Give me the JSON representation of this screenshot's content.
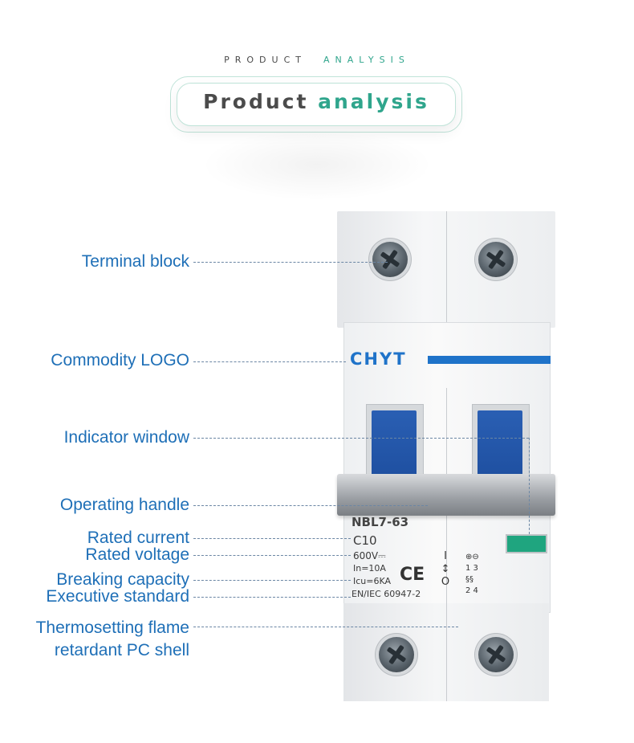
{
  "header": {
    "eyebrow_word1": "PRODUCT",
    "eyebrow_word2": "ANALYSIS",
    "title_word1": "Product",
    "title_word2": "analysis"
  },
  "labels": {
    "terminal_block": "Terminal block",
    "commodity_logo": "Commodity LOGO",
    "indicator_window": "Indicator window",
    "operating_handle": "Operating handle",
    "rated_current": "Rated current",
    "rated_voltage": "Rated voltage",
    "breaking_capacity": "Breaking capacity",
    "executive_standard": "Executive standard",
    "shell_line1": "Thermosetting flame",
    "shell_line2": "retardant PC shell"
  },
  "product": {
    "brand": "CHYT",
    "model": "NBL7-63",
    "current_rating": "C10",
    "voltage": "600V⎓",
    "in_value": "In=10A",
    "icu_value": "Icu=6KA",
    "standard": "EN/IEC 60947-2",
    "ce_mark": "CE",
    "switch_on": "I",
    "switch_off": "O",
    "terminal_top": "1 3",
    "terminal_bottom": "2 4"
  },
  "colors": {
    "label_blue": "#1e6fb7",
    "accent_teal": "#2fa58c",
    "brand_blue": "#1f73c9",
    "handle_blue": "#1e4fa0",
    "indicator_green": "#1fa57f"
  }
}
